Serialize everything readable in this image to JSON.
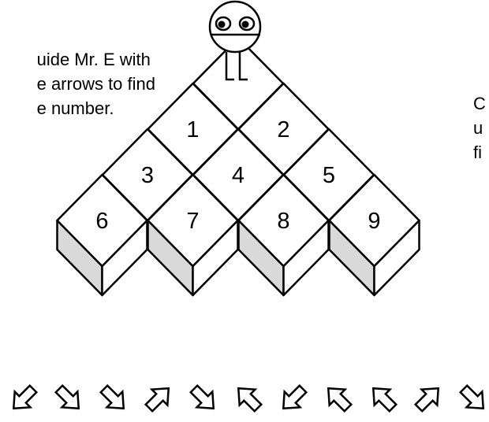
{
  "instructions_left": [
    "uide Mr. E with",
    "e arrows to find",
    "e number."
  ],
  "instructions_right": [
    "C",
    "u",
    "fi"
  ],
  "blocks": [
    {
      "label": "",
      "row": 0,
      "col": 0
    },
    {
      "label": "1",
      "row": 1,
      "col": 0
    },
    {
      "label": "2",
      "row": 1,
      "col": 1
    },
    {
      "label": "3",
      "row": 2,
      "col": 0
    },
    {
      "label": "4",
      "row": 2,
      "col": 1
    },
    {
      "label": "5",
      "row": 2,
      "col": 2
    },
    {
      "label": "6",
      "row": 3,
      "col": 0
    },
    {
      "label": "7",
      "row": 3,
      "col": 1
    },
    {
      "label": "8",
      "row": 3,
      "col": 2
    },
    {
      "label": "9",
      "row": 3,
      "col": 3
    }
  ],
  "arrows": [
    "down-left",
    "down-right",
    "down-right",
    "up-right",
    "down-right",
    "up-left",
    "down-left",
    "up-left",
    "up-left",
    "up-right",
    "down-right"
  ],
  "colors": {
    "line": "#000000",
    "face": "#ffffff",
    "side": "#d9d9d9"
  }
}
